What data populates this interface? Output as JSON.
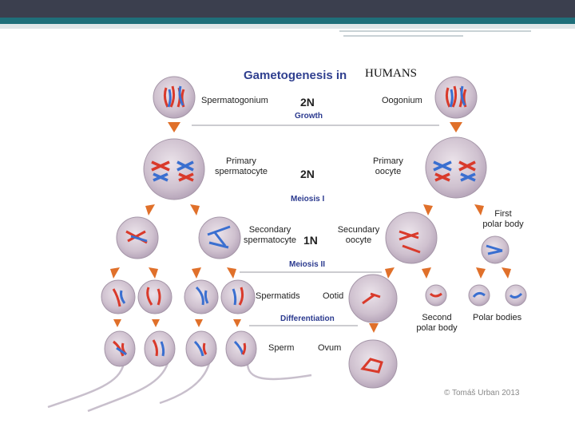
{
  "title": "Gametogenesis in",
  "overlay_text": "HUMANS",
  "ploidy": {
    "growth": "2N",
    "meiosis1": "2N",
    "meiosis2": "1N"
  },
  "stages": {
    "growth": "Growth",
    "meiosis1": "Meiosis I",
    "meiosis2": "Meiosis II",
    "differentiation": "Differentiation"
  },
  "labels": {
    "spermatogonium": "Spermatogonium",
    "oogonium": "Oogonium",
    "primary_spermatocyte": "Primary\nspermatocyte",
    "primary_oocyte": "Primary\noocyte",
    "secondary_spermatocyte": "Secondary\nspermatocyte",
    "secundary_oocyte": "Secundary\noocyte",
    "first_polar_body": "First\npolar body",
    "spermatids": "Spermatids",
    "ootid": "Ootid",
    "second_polar_body": "Second\npolar body",
    "polar_bodies": "Polar bodies",
    "sperm": "Sperm",
    "ovum": "Ovum"
  },
  "copyright": "© Tomáš Urban 2013"
}
